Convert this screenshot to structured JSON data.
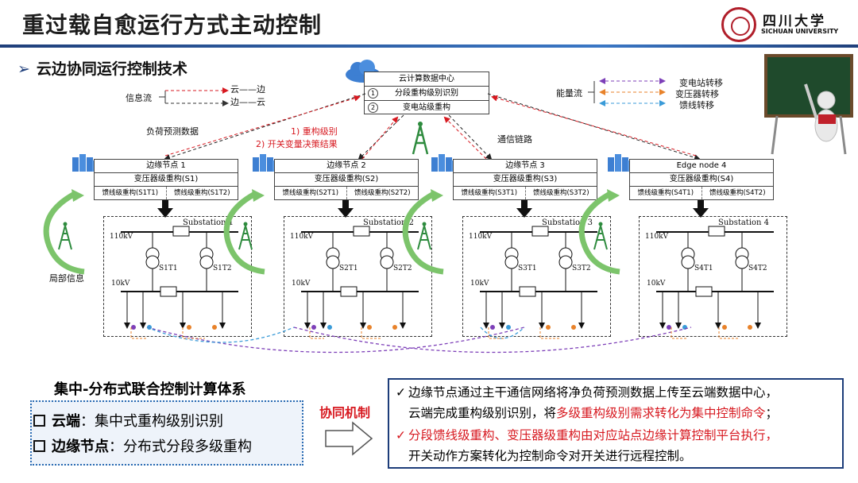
{
  "header": {
    "title": "重过载自愈运行方式主动控制"
  },
  "logo": {
    "name_cn": "四川大学",
    "name_en": "SICHUAN UNIVERSITY"
  },
  "section": {
    "bullet": "➢",
    "title": "云边协同运行控制技术"
  },
  "legend_info": {
    "title": "信息流",
    "cloud_to_edge": "云——边",
    "edge_to_cloud": "边——云"
  },
  "legend_energy": {
    "title": "能量流",
    "items": [
      "变电站转移",
      "变压器转移",
      "馈线转移"
    ],
    "colors": [
      "#7d3fb8",
      "#e8822a",
      "#3a9bd8"
    ]
  },
  "cloud": {
    "title": "云计算数据中心",
    "rows": [
      {
        "num": "1",
        "label": "分段重构级别识别"
      },
      {
        "num": "2",
        "label": "变电站级重构"
      }
    ]
  },
  "annotations": {
    "load_forecast": "负荷预测数据",
    "cmd1": "1) 重构级别",
    "cmd2": "2) 开关变量决策结果",
    "comm_link": "通信链路",
    "local_info": "局部信息"
  },
  "nodes": [
    {
      "title": "边缘节点 1",
      "xfmr": "变压器级重构(S1)",
      "f1": "馈线级重构(S1T1)",
      "f2": "馈线级重构(S1T2)",
      "sub": "Substation 1",
      "hv": "110kV",
      "lv": "10kV",
      "t1": "S1T1",
      "t2": "S1T2"
    },
    {
      "title": "边缘节点 2",
      "xfmr": "变压器级重构(S2)",
      "f1": "馈线级重构(S2T1)",
      "f2": "馈线级重构(S2T2)",
      "sub": "Substation 2",
      "hv": "110kV",
      "lv": "10kV",
      "t1": "S2T1",
      "t2": "S2T2"
    },
    {
      "title": "边缘节点 3",
      "xfmr": "变压器级重构(S3)",
      "f1": "馈线级重构(S3T1)",
      "f2": "馈线级重构(S3T2)",
      "sub": "Substation 3",
      "hv": "110kV",
      "lv": "10kV",
      "t1": "S3T1",
      "t2": "S3T2"
    },
    {
      "title": "Edge node 4",
      "xfmr": "变压器级重构(S4)",
      "f1": "馈线级重构(S4T1)",
      "f2": "馈线级重构(S4T2)",
      "sub": "Substation 4",
      "hv": "110kV",
      "lv": "10kV",
      "t1": "S4T1",
      "t2": "S4T2"
    }
  ],
  "system": {
    "title": "集中-分布式联合控制计算体系",
    "items": [
      {
        "key": "云端",
        "value": "：集中式重构级别识别"
      },
      {
        "key": "边缘节点",
        "value": "：分布式分段多级重构"
      }
    ]
  },
  "mechanism": {
    "label": "协同机制"
  },
  "description": {
    "p1_check": "✓",
    "p1_line1": "边缘节点通过主干通信网络将净负荷预测数据上传至云端数据中心，",
    "p1_line2a": "云端完成重构级别识别，将",
    "p1_line2b": "多级重构级别需求转化为集中控制命令",
    "p1_line2c": "；",
    "p2_check": "✓",
    "p2_line1": "分段馈线级重构、变压器级重构由对应站点边缘计算控制平台执行，",
    "p2_line2": "开关动作方案转化为控制命令对开关进行远程控制。"
  }
}
